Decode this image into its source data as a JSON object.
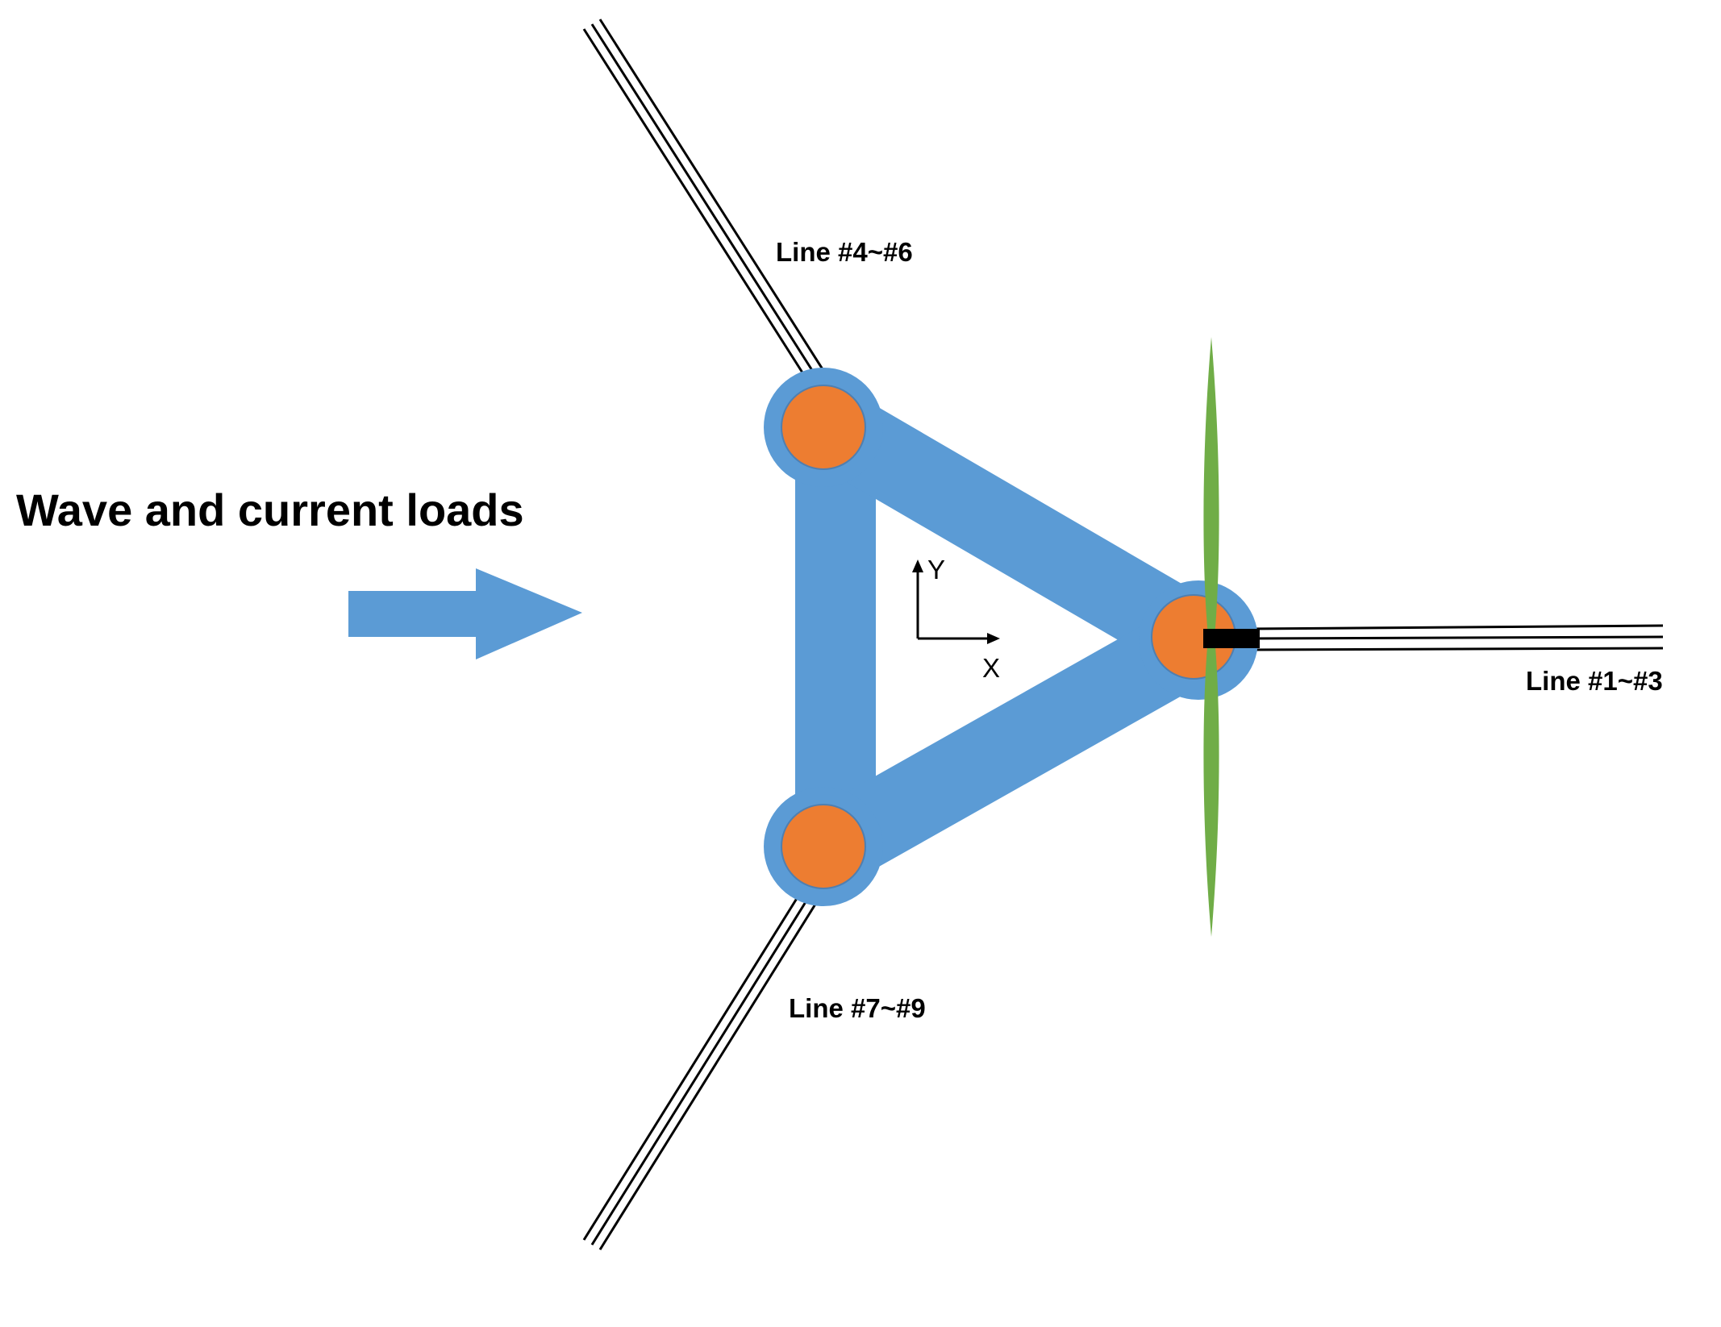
{
  "load": {
    "label": "Wave and current loads"
  },
  "mooring_lines": {
    "line_4_6": "Line #4~#6",
    "line_1_3": "Line #1~#3",
    "line_7_9": "Line #7~#9"
  },
  "axes": {
    "y_label": "Y",
    "x_label": "X"
  },
  "colors": {
    "hull_blue": "#5b9bd5",
    "column_orange": "#ed7d31",
    "blade_green": "#70ad47",
    "arrow_blue": "#5b9bd5",
    "mooring_line": "#000000"
  }
}
